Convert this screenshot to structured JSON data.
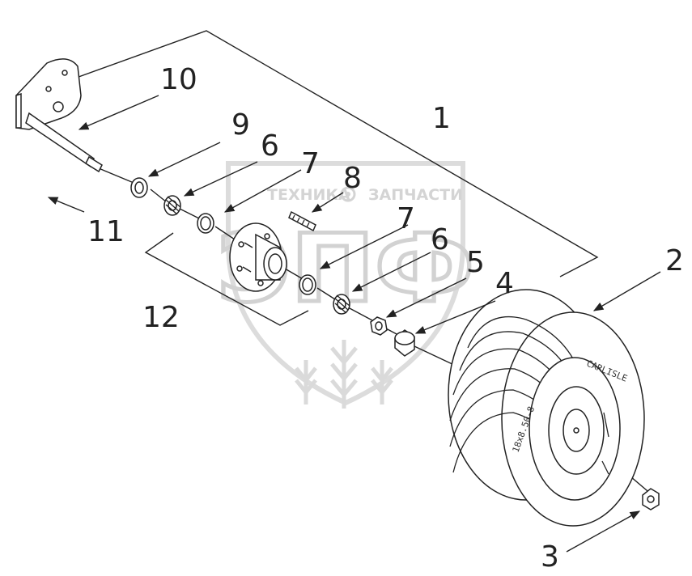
{
  "watermark": {
    "left_text": "ТЕХНИКА",
    "right_text": "ЗАПЧАСТИ",
    "logo_letters": "ЭПФ"
  },
  "tire_text": {
    "brand": "CARLISLE",
    "size": "18x8.50-8"
  },
  "callouts": [
    {
      "id": "10",
      "text": "10"
    },
    {
      "id": "9",
      "text": "9"
    },
    {
      "id": "6a",
      "text": "6"
    },
    {
      "id": "7a",
      "text": "7"
    },
    {
      "id": "8",
      "text": "8"
    },
    {
      "id": "1",
      "text": "1"
    },
    {
      "id": "11",
      "text": "11"
    },
    {
      "id": "7b",
      "text": "7"
    },
    {
      "id": "6b",
      "text": "6"
    },
    {
      "id": "5",
      "text": "5"
    },
    {
      "id": "4",
      "text": "4"
    },
    {
      "id": "2",
      "text": "2"
    },
    {
      "id": "12",
      "text": "12"
    },
    {
      "id": "3",
      "text": "3"
    }
  ]
}
